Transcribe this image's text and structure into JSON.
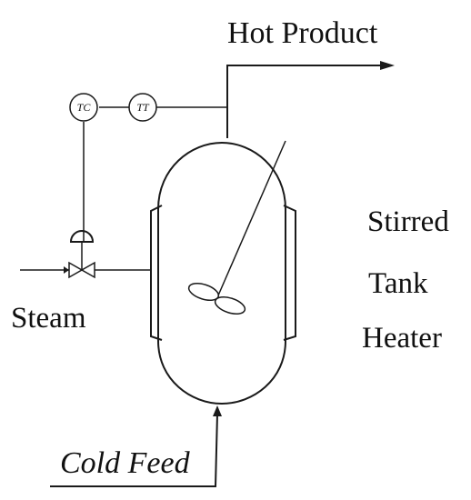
{
  "labels": {
    "hot_product": "Hot Product",
    "title_line1": "Stirred",
    "title_line2": "Tank",
    "title_line3": "Heater",
    "steam": "Steam",
    "cold_feed": "Cold Feed"
  },
  "instruments": {
    "temperature_controller": "TC",
    "temperature_transmitter": "TT"
  },
  "colors": {
    "line": "#1a1a1a",
    "background": "#ffffff"
  }
}
